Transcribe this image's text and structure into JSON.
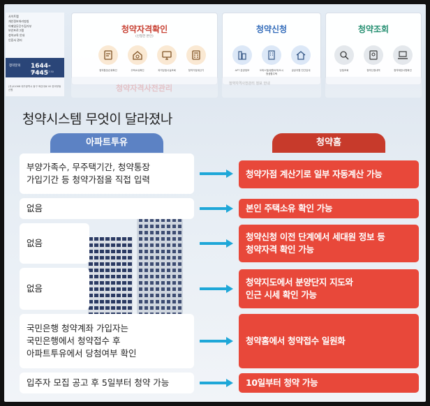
{
  "top": {
    "left_links": [
      "사이트맵",
      "개인정보처리방침",
      "이메일무단수집거부",
      "보안프로그램",
      "청약교육 안내",
      "인증서 관리"
    ],
    "phone_label": "청약문의",
    "phone_number": "1644-7445",
    "phone_hours": "평일 09:00 ~ 17:30",
    "address": "(우)41068 대구광역시 동구 혁신대로 00 한국부동산원",
    "cards": [
      {
        "title": "청약자격확인",
        "subtitle": "(신청전 본인)",
        "color": "#c73a2b",
        "items": [
          "청약통장순위확인",
          "주택소유확인",
          "과거당첨사실조회",
          "청약가점계산기"
        ]
      },
      {
        "title": "청약신청",
        "subtitle": "",
        "color": "#2c66b8",
        "items": [
          "APT 분양정보",
          "오피스텔/생활숙박/도시형생활주택",
          "공공지원 민간임대"
        ]
      },
      {
        "title": "청약조회",
        "subtitle": "",
        "color": "#1c8a6b",
        "items": [
          "당첨조회",
          "청약신청내역",
          "청약제한사항확인"
        ]
      }
    ],
    "ghost_text": "청약자격사전관리",
    "ghost_text2": "청약자격사전관리 정보 안내"
  },
  "headline": "청약시스템 무엇이 달라졌나",
  "left_header": "아파트투유",
  "right_header": "청약홈",
  "rows": [
    {
      "left": [
        "부양가족수, 무주택기간, 청약통장",
        "가입기간 등 청약가점을 직접 입력"
      ],
      "right": [
        "청약가점 계산기로 일부 자동계산 가능"
      ]
    },
    {
      "left": [
        "없음"
      ],
      "right": [
        "본인 주택소유 확인 가능"
      ]
    },
    {
      "left": [
        "없음"
      ],
      "right": [
        "청약신청 이전 단계에서 세대원 정보 등",
        "청약자격 확인 가능"
      ]
    },
    {
      "left": [
        "없음"
      ],
      "right": [
        "청약지도에서 분양단지 지도와",
        "인근 시세 확인 가능"
      ]
    },
    {
      "left": [
        "국민은행 청약계좌 가입자는",
        "국민은행에서 청약접수 후",
        "아파트투유에서 당첨여부 확인"
      ],
      "right": [
        "청약홈에서 청약접수 일원화"
      ]
    },
    {
      "left": [
        "입주자 모집 공고 후 5일부터 청약 가능"
      ],
      "right": [
        "10일부터 청약 가능"
      ]
    }
  ],
  "colors": {
    "left_header": "#5c82c4",
    "right_header": "#c73a2b",
    "right_box": "#e8483a",
    "arrow": "#1ea7d8"
  }
}
